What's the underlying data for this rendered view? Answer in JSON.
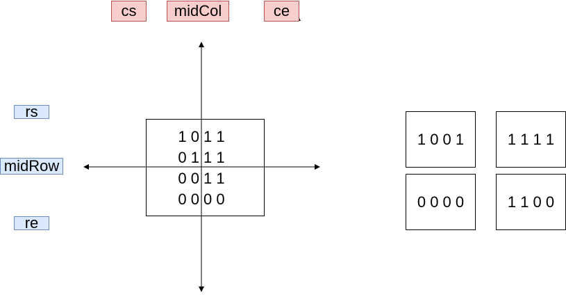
{
  "column_labels": {
    "cs": "cs",
    "mid": "midCol",
    "ce": "ce"
  },
  "row_labels": {
    "rs": "rs",
    "mid": "midRow",
    "re": "re"
  },
  "matrix": {
    "rows": [
      "1 0 1 1",
      "0 1 1 1",
      "0 0 1 1",
      "0 0 0 0"
    ]
  },
  "quadrants": {
    "top_left": "1 0 0 1",
    "top_right": "1 1 1 1",
    "bottom_left": "0 0 0 0",
    "bottom_right": "1 1 0 0"
  },
  "colors": {
    "column_label_fill": "#f8cecc",
    "column_label_border": "#b85450",
    "row_label_fill": "#dae8fc",
    "row_label_border": "#6c8ebf",
    "stroke": "#000000"
  }
}
